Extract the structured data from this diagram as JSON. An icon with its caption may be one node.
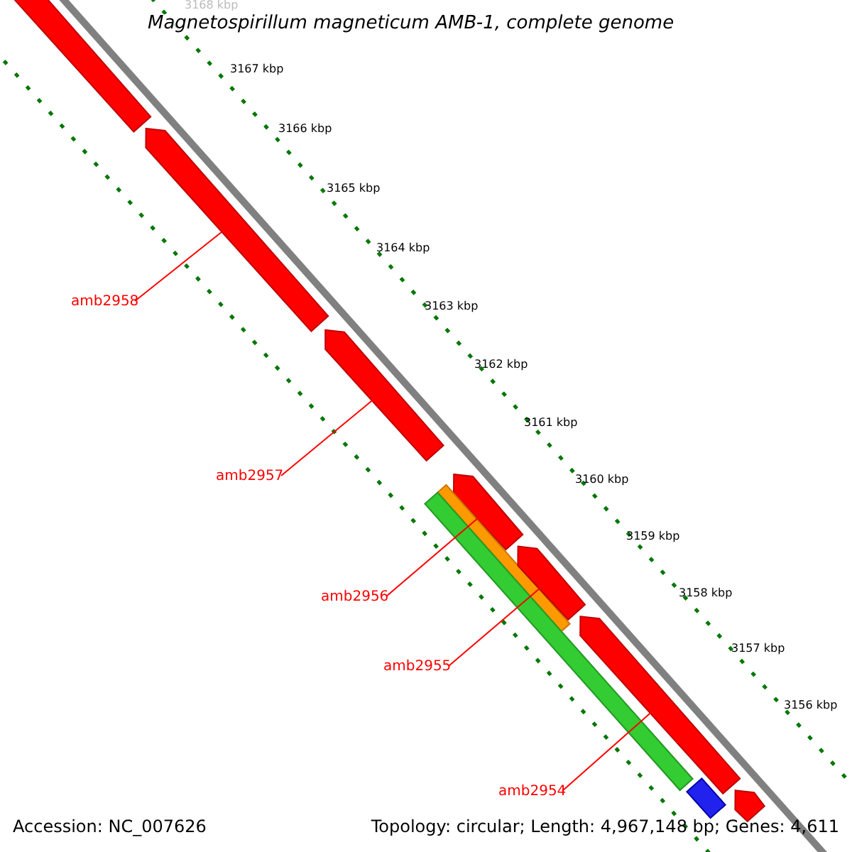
{
  "diagram": {
    "title": "Magnetospirillum magneticum AMB-1, complete genome",
    "nodes": [
      {
        "text": [
          "amb2958"
        ]
      },
      {
        "text": [
          "amb2957"
        ]
      },
      {
        "text": [
          "amb2956"
        ]
      },
      {
        "text": [
          "amb2955"
        ]
      },
      {
        "text": [
          "amb2954"
        ]
      },
      {
        "text": [],
        "shape": "arrow"
      },
      {
        "text": [],
        "shape": "arrow"
      },
      {
        "text": [],
        "shape": "arrow"
      },
      {
        "text": [],
        "shape": "arrow"
      },
      {
        "text": [],
        "shape": "bar"
      },
      {
        "text": [],
        "shape": "bar"
      },
      {
        "text": [],
        "shape": "arrow"
      },
      {
        "text": [],
        "shape": "arrow"
      },
      {
        "text": [],
        "shape": "bar"
      },
      {
        "text": [],
        "shape": "arrow"
      }
    ],
    "edges": [
      {
        "from": 0,
        "to": 6,
        "arrow": "none"
      },
      {
        "from": 1,
        "to": 7,
        "arrow": "none"
      },
      {
        "from": 2,
        "to": 8,
        "arrow": "none"
      },
      {
        "from": 3,
        "to": 11,
        "arrow": "none"
      },
      {
        "from": 4,
        "to": 12,
        "arrow": "none"
      }
    ],
    "labels": [
      "3168 kbp",
      "3167 kbp",
      "3166 kbp",
      "3165 kbp",
      "3164 kbp",
      "3163 kbp",
      "3162 kbp",
      "3161 kbp",
      "3160 kbp",
      "3159 kbp",
      "3158 kbp",
      "3157 kbp",
      "3156 kbp",
      "Accession: NC_007626",
      "Topology: circular; Length: 4,967,148 bp; Genes: 4,611"
    ]
  }
}
